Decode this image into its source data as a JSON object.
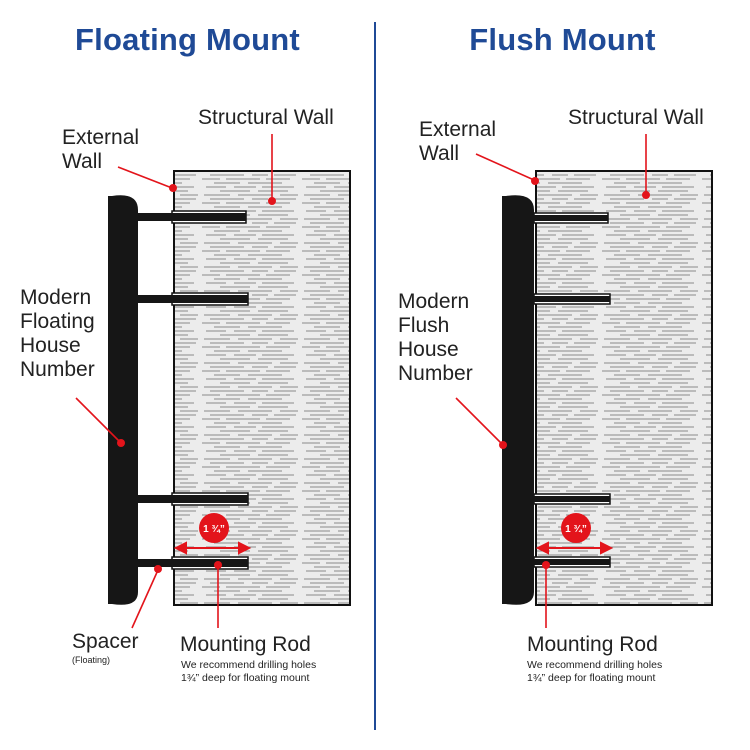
{
  "colors": {
    "title": "#1f4a96",
    "divider": "#1f4a96",
    "callout": "#e3141b",
    "sign": "#161616",
    "wall_fill": "#ececec",
    "wall_lines": "#8a8a8a",
    "text": "#222222"
  },
  "left": {
    "title": "Floating Mount",
    "label_external_wall_1": "External",
    "label_external_wall_2": "Wall",
    "label_structural_wall": "Structural Wall",
    "label_number_1": "Modern",
    "label_number_2": "Floating",
    "label_number_3": "House",
    "label_number_4": "Number",
    "label_spacer": "Spacer",
    "label_spacer_note": "(Floating)",
    "label_rod": "Mounting Rod",
    "rod_note_1": "We recommend drilling holes",
    "rod_note_2": "1¾” deep for floating mount",
    "depth_badge": "1 ¾”"
  },
  "right": {
    "title": "Flush Mount",
    "label_external_wall_1": "External",
    "label_external_wall_2": "Wall",
    "label_structural_wall": "Structural Wall",
    "label_number_1": "Modern",
    "label_number_2": "Flush",
    "label_number_3": "House",
    "label_number_4": "Number",
    "label_rod": "Mounting Rod",
    "rod_note_1": "We recommend drilling holes",
    "rod_note_2": "1¾” deep for floating mount",
    "depth_badge": "1 ¾”"
  }
}
